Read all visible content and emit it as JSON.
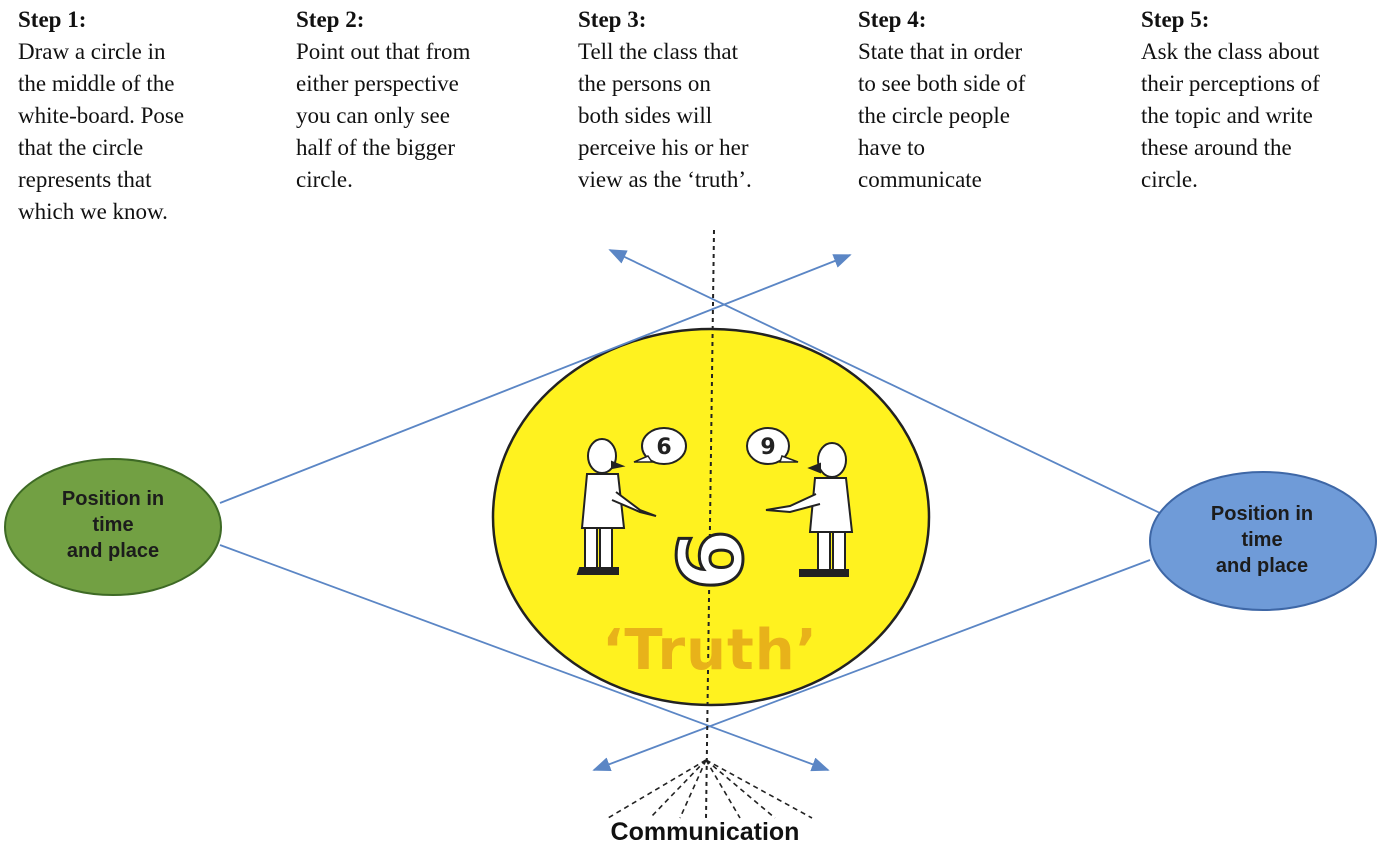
{
  "steps": [
    {
      "title": "Step 1:",
      "text": "Draw a circle in\nthe middle of the\nwhite-board. Pose\nthat the circle\nrepresents that\nwhich we know."
    },
    {
      "title": "Step 2:",
      "text": "Point out that from\neither perspective\nyou can only see\nhalf of the bigger\ncircle."
    },
    {
      "title": "Step 3:",
      "text": "Tell the class that\nthe persons on\nboth sides will\nperceive his or her\nview as the ‘truth’."
    },
    {
      "title": "Step 4:",
      "text": "State that in order\nto see both side of\nthe circle people\nhave to\ncommunicate"
    },
    {
      "title": "Step 5:",
      "text": "Ask the class about\ntheir perceptions of\nthe topic and write\nthese around the\ncircle."
    }
  ],
  "diagram": {
    "left_node": {
      "label": "Position in\ntime\nand place",
      "color": "#72a043"
    },
    "right_node": {
      "label": "Position in\ntime\nand place",
      "color": "#6f9bd8"
    },
    "center": {
      "label": "‘Truth’",
      "color": "#fff21f",
      "label_color": "#e8b21a"
    },
    "illustration": {
      "left_bubble": "6",
      "right_bubble": "9",
      "floor_numeral": "6"
    },
    "bottom_label": "Communication",
    "line_color": "#5b86c5"
  }
}
